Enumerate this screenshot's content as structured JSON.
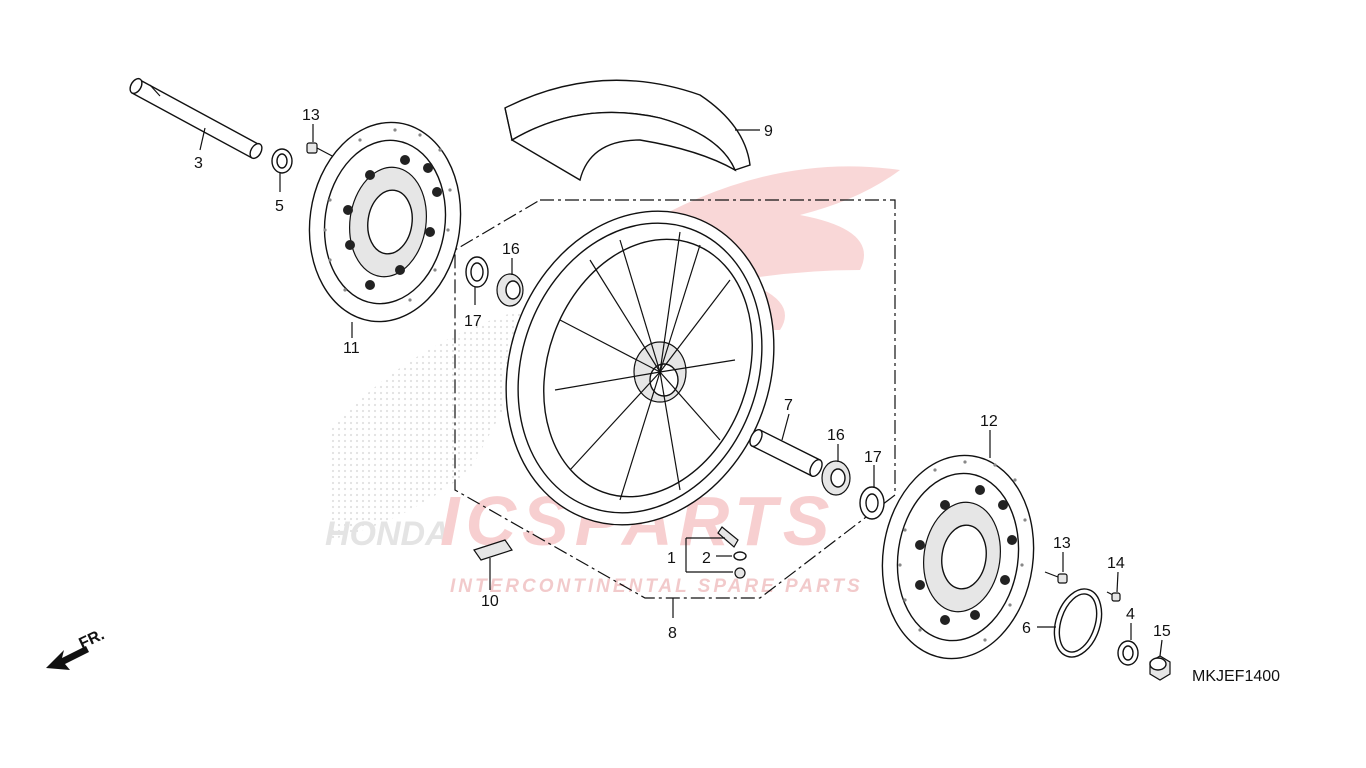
{
  "diagram": {
    "code": "MKJEF1400",
    "direction_label": "FR.",
    "callouts": [
      {
        "id": "c1",
        "number": "1"
      },
      {
        "id": "c2",
        "number": "2"
      },
      {
        "id": "c3",
        "number": "3"
      },
      {
        "id": "c4",
        "number": "4"
      },
      {
        "id": "c5",
        "number": "5"
      },
      {
        "id": "c6",
        "number": "6"
      },
      {
        "id": "c7",
        "number": "7"
      },
      {
        "id": "c8",
        "number": "8"
      },
      {
        "id": "c9",
        "number": "9"
      },
      {
        "id": "c10",
        "number": "10"
      },
      {
        "id": "c11",
        "number": "11"
      },
      {
        "id": "c12",
        "number": "12"
      },
      {
        "id": "c13a",
        "number": "13"
      },
      {
        "id": "c13b",
        "number": "13"
      },
      {
        "id": "c14",
        "number": "14"
      },
      {
        "id": "c15",
        "number": "15"
      },
      {
        "id": "c16a",
        "number": "16"
      },
      {
        "id": "c16b",
        "number": "16"
      },
      {
        "id": "c17a",
        "number": "17"
      },
      {
        "id": "c17b",
        "number": "17"
      }
    ]
  },
  "watermark": {
    "brand": "ICSPARTS",
    "tagline": "INTERCONTINENTAL SPARE PARTS",
    "maker": "HONDA",
    "colors": {
      "red": "#e8454a",
      "gray": "#cfcfcf"
    }
  }
}
